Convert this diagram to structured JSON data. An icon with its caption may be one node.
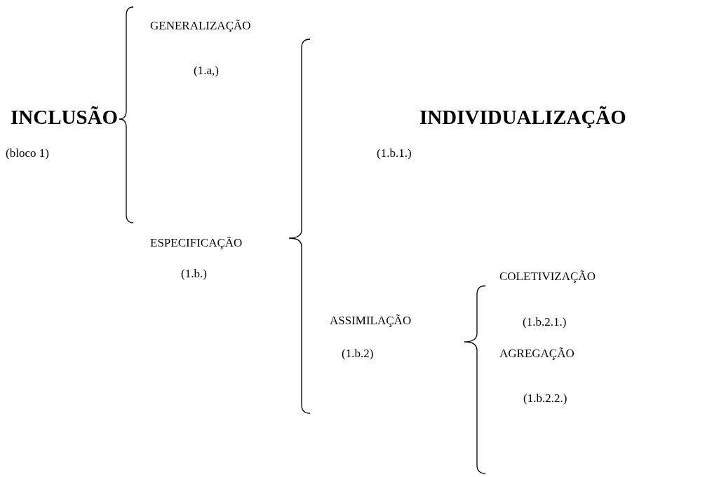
{
  "diagram": {
    "labels": [
      "GENERALIZAÇÃO",
      "(1.a,)",
      "INCLUSÃO",
      "INDIVIDUALIZAÇÃO",
      "(bloco 1)",
      "(1.b.1.)",
      "ESPECIFICAÇÃO",
      "(1.b.)",
      "COLETIVIZAÇÃO",
      "ASSIMILAÇÃO",
      "(1.b.2.1.)",
      "(1.b.2)",
      "AGREGAÇÃO",
      "(1.b.2.2.)"
    ]
  }
}
